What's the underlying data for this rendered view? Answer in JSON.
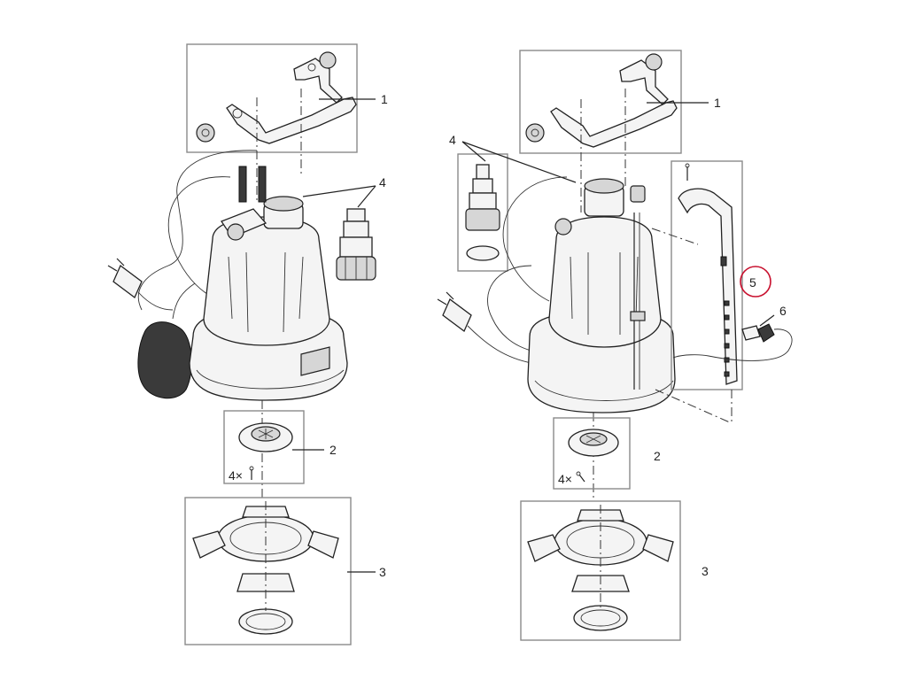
{
  "callouts": {
    "handle": "1",
    "base_plate": "2",
    "stand": "3",
    "hose_connector": "4",
    "float_rail": "5",
    "float_clip": "6"
  },
  "quantity_label": "4×",
  "highlight_color": "#c8102e",
  "line_color": "#222222",
  "box_color": "#8a8a8a"
}
